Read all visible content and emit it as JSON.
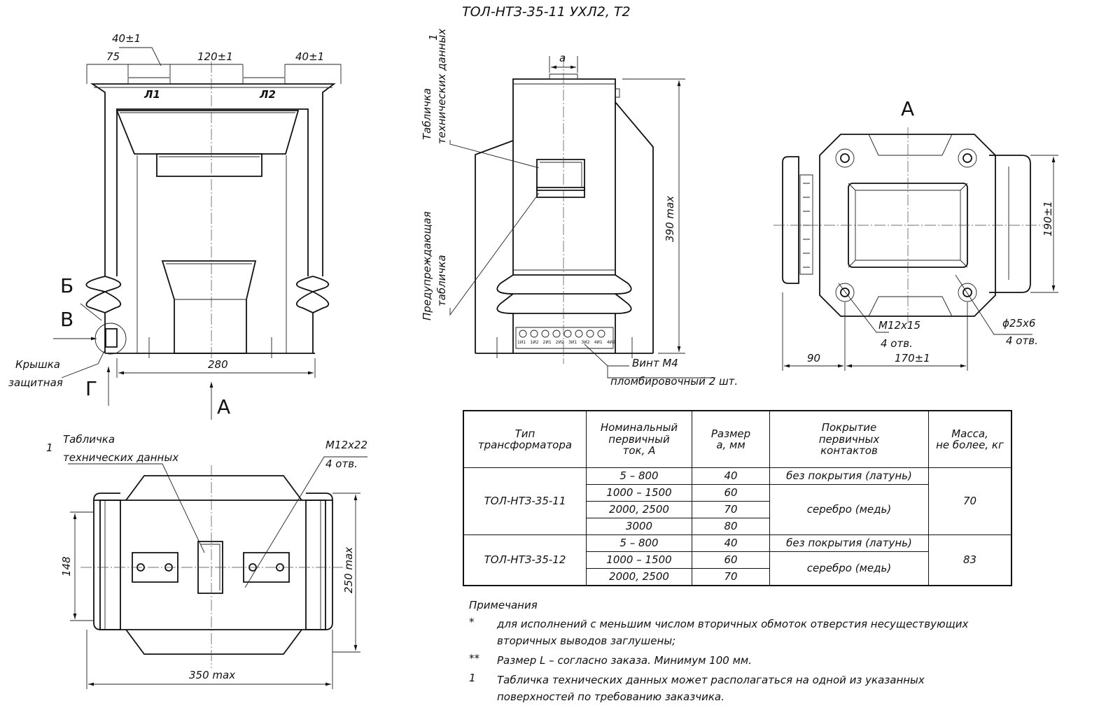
{
  "title": "ТОЛ-НТЗ-35-11 УХЛ2, Т2",
  "front_view": {
    "dim_40_top": "40±1",
    "dim_75": "75",
    "dim_120": "120±1",
    "dim_40_right": "40±1",
    "terminal_l1": "Л1",
    "terminal_l2": "Л2",
    "label_b": "Б",
    "label_v": "В",
    "label_g": "Г",
    "label_a": "А",
    "dim_280": "280",
    "cover_label_1": "Крышка",
    "cover_label_2": "защитная"
  },
  "side_view": {
    "note_number": "1",
    "plate_label_1": "Табличка",
    "plate_label_2": "технических данных",
    "warning_label_1": "Предупреждающая",
    "warning_label_2": "табличка",
    "dim_a": "a",
    "dim_390": "390 max",
    "screw_label_1": "Винт М4",
    "screw_label_2": "пломбировочный 2 шт.",
    "terminal_marks": [
      "1И1",
      "1И2",
      "2И1",
      "2И2",
      "3И1",
      "3И2",
      "4И1",
      "4И2"
    ]
  },
  "view_a": {
    "label": "А",
    "dim_190": "190±1",
    "dim_90": "90",
    "dim_170": "170±1",
    "thread_label": "М12х15",
    "thread_count": "4 отв.",
    "hole_label": "ϕ25х6",
    "hole_count": "4 отв."
  },
  "top_view": {
    "note_number": "1",
    "plate_label_1": "Табличка",
    "plate_label_2": "технических данных",
    "thread_label": "М12х22",
    "thread_count": "4 отв.",
    "dim_148": "148",
    "dim_250": "250 max",
    "dim_350": "350 max"
  },
  "table": {
    "headers": [
      "Тип\nтрансформатора",
      "Номинальный\nпервичный\nток, А",
      "Размер\na, мм",
      "Покрытие\nпервичных\nконтактов",
      "Масса,\nне более, кг"
    ],
    "groups": [
      {
        "type": "ТОЛ-НТЗ-35-11",
        "mass": "70",
        "rows": [
          {
            "current": "5 – 800",
            "size": "40",
            "coating": "без покрытия (латунь)"
          },
          {
            "current": "1000 – 1500",
            "size": "60",
            "coating": "серебро (медь)"
          },
          {
            "current": "2000, 2500",
            "size": "70",
            "coating": ""
          },
          {
            "current": "3000",
            "size": "80",
            "coating": ""
          }
        ]
      },
      {
        "type": "ТОЛ-НТЗ-35-12",
        "mass": "83",
        "rows": [
          {
            "current": "5 – 800",
            "size": "40",
            "coating": "без покрытия (латунь)"
          },
          {
            "current": "1000 – 1500",
            "size": "60",
            "coating": "серебро (медь)"
          },
          {
            "current": "2000, 2500",
            "size": "70",
            "coating": ""
          }
        ]
      }
    ]
  },
  "notes": {
    "title": "Примечания",
    "items": [
      {
        "mark": "*",
        "text": "для исполнений с меньшим числом вторичных обмоток отверстия несуществующих вторичных выводов заглушены;"
      },
      {
        "mark": "**",
        "text": "Размер L – согласно заказа. Минимум 100 мм."
      },
      {
        "mark": "1",
        "text": "Табличка технических данных может располагаться на одной из указанных поверхностей по требованию заказчика."
      }
    ]
  }
}
